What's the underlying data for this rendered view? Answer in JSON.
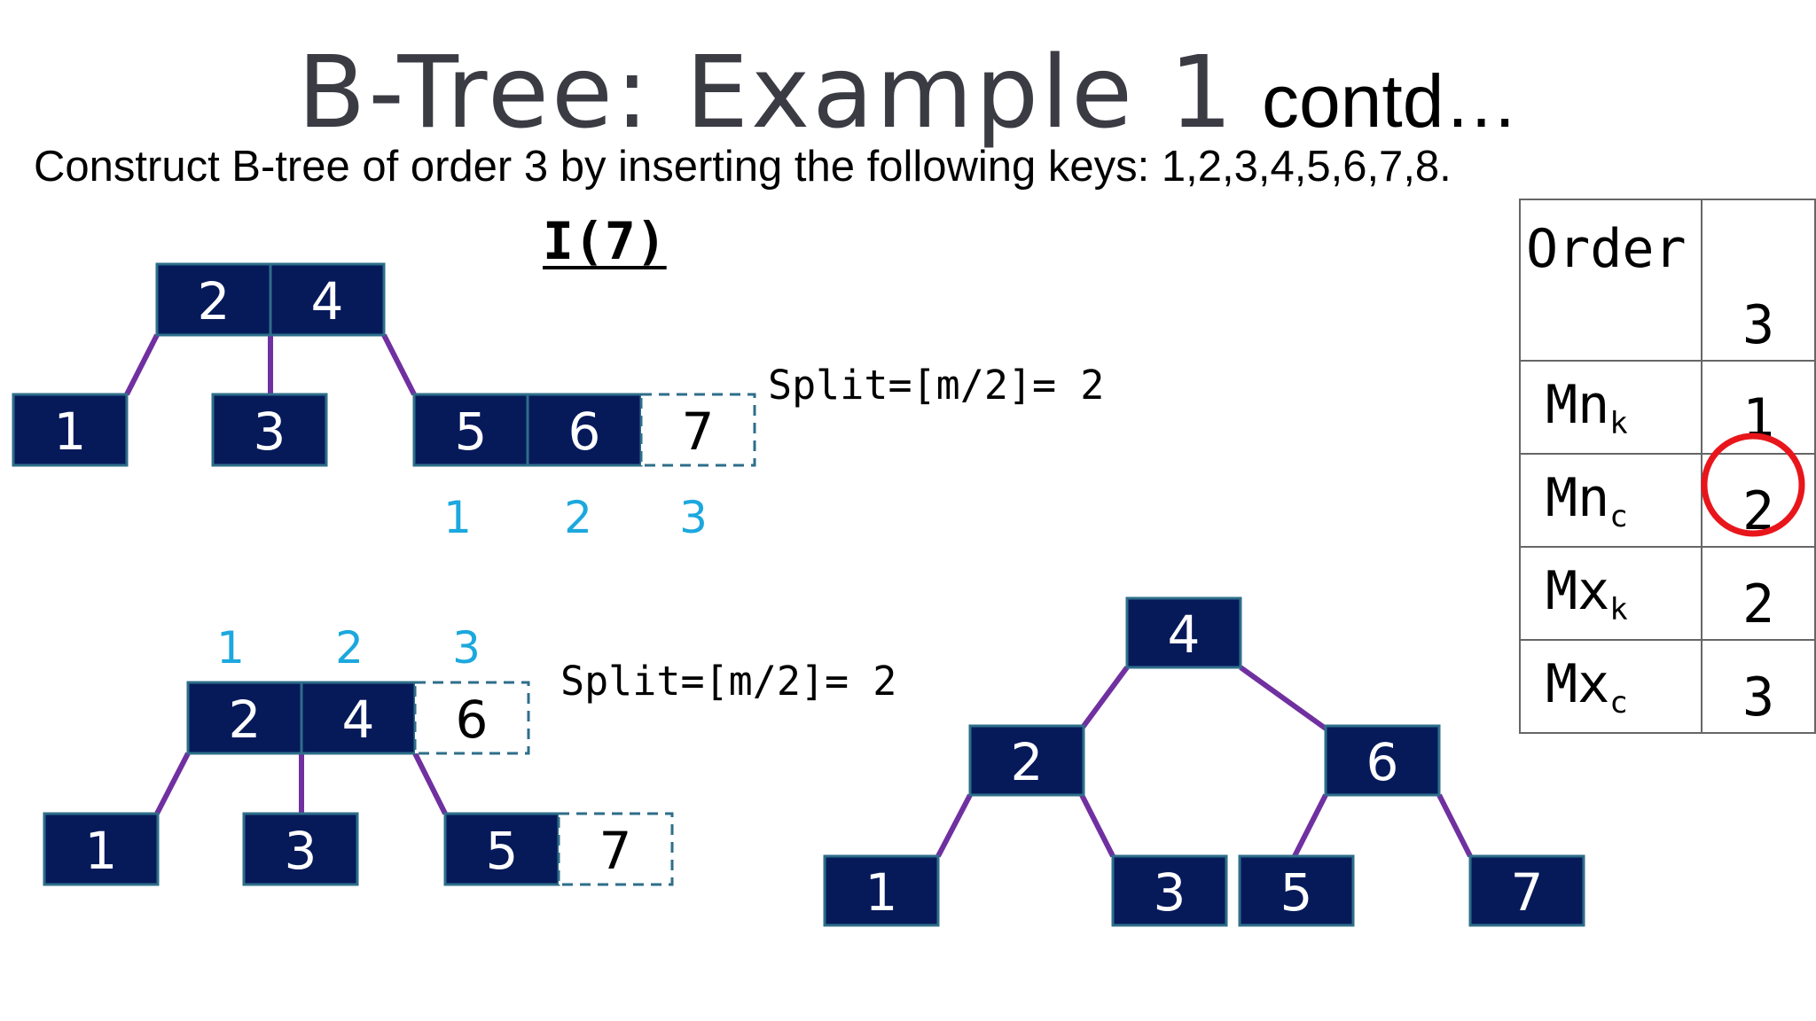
{
  "title": {
    "main": "B-Tree: Example 1",
    "sub": "contd…"
  },
  "subtitle": "Construct B-tree of order 3 by inserting the following keys: 1,2,3,4,5,6,7,8.",
  "step_label": "I(7)",
  "split_label": "Split=[m/2]= 2",
  "indices": [
    "1",
    "2",
    "3"
  ],
  "colors": {
    "node_fill": "#061a5a",
    "node_border": "#2e6e8a",
    "edge": "#7030a0",
    "index_text": "#1ca8de",
    "highlight_circle": "#e8161b"
  },
  "stage1": {
    "root": [
      "2",
      "4"
    ],
    "children": [
      [
        "1"
      ],
      [
        "3"
      ],
      [
        "5",
        "6"
      ]
    ],
    "overflow_key": "7"
  },
  "stage2": {
    "root": [
      "2",
      "4"
    ],
    "root_overflow": "6",
    "children": [
      [
        "1"
      ],
      [
        "3"
      ],
      [
        "5"
      ]
    ],
    "child_overflow": "7"
  },
  "stage3": {
    "root": "4",
    "level1": [
      "2",
      "6"
    ],
    "leaves": [
      "1",
      "3",
      "5",
      "7"
    ]
  },
  "table": {
    "rows": [
      {
        "key": "Order",
        "sub": "",
        "value": "3"
      },
      {
        "key": "Mn",
        "sub": "k",
        "value": "1"
      },
      {
        "key": "Mn",
        "sub": "c",
        "value": "2"
      },
      {
        "key": "Mx",
        "sub": "k",
        "value": "2"
      },
      {
        "key": "Mx",
        "sub": "c",
        "value": "3"
      }
    ],
    "highlighted_row": 2
  }
}
